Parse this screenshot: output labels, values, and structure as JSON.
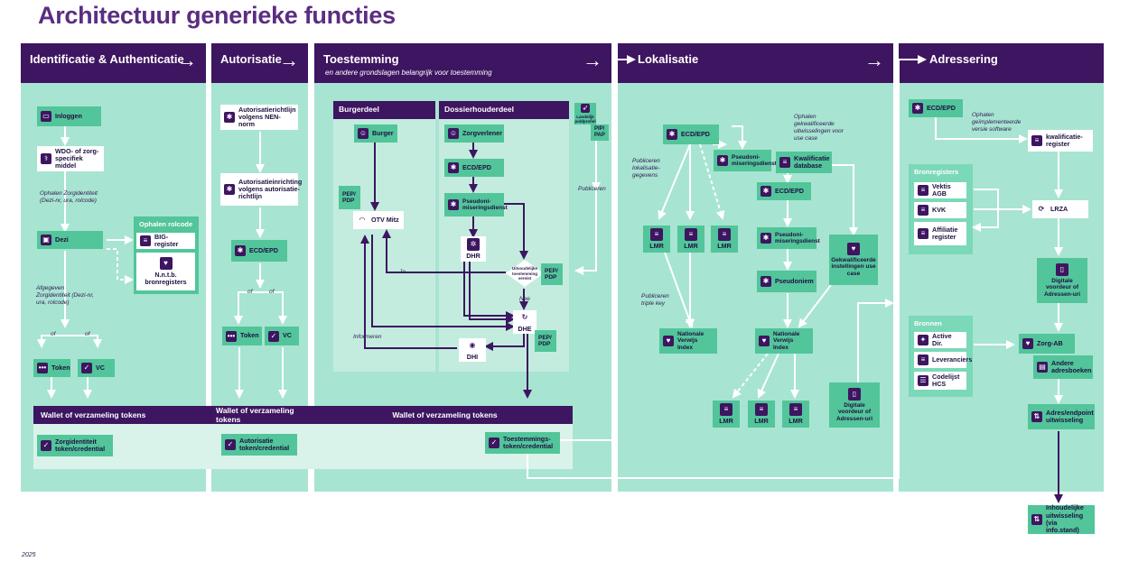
{
  "title": "Architectuur generieke functies",
  "year": "2025",
  "columns": {
    "idauth": "Identificatie & Authenticatie",
    "autorisatie": "Autorisatie",
    "toestemming": "Toestemming",
    "toestemming_sub": "en andere grondslagen belangrijk voor toestemming",
    "lokalisatie": "Lokalisatie",
    "adressering": "Adressering",
    "arrow": "→"
  },
  "idauth": {
    "inloggen": "Inloggen",
    "wdo": "WDO- of zorg-specifiek middel",
    "label_ophalen": "Ophalen Zorgidentiteit (Dezi-nr, ura, rolcode)",
    "dezi": "Dezi",
    "label_afgegeven": "Afgegeven Zorgidentiteit (Dezi-nr, ura, rolcode)",
    "ophalen_rolcode": "Ophalen rolcode",
    "big": "BIG-register",
    "ntb": "N.n.t.b. bronregisters",
    "of1": "of",
    "of2": "of",
    "token": "Token",
    "vc": "VC",
    "credential": "Zorgidentiteit token/credential"
  },
  "autorisatie": {
    "richtlijn": "Autorisatierichtlijn volgens NEN-norm",
    "inrichting": "Autorisatieinrichting volgens autorisatie-richtlijn",
    "ecd": "ECD/EPD",
    "of1": "of",
    "of2": "of",
    "token": "Token",
    "vc": "VC",
    "credential": "Autorisatie token/credential"
  },
  "toestemming": {
    "burgerdeel": "Burgerdeel",
    "dossierhouderdeel": "Dossierhouderdeel",
    "burger": "Burger",
    "pep_pdp_1": "PEP/ PDP",
    "otv": "OTV Mitz",
    "zorgverlener": "Zorgverlener",
    "ecd": "ECD/EPD",
    "pseudo": "Pseudoni-miseringsdienst",
    "dhr": "DHR",
    "uitvoering": "Uitvoudelijke toestemming vereist",
    "pep_pdp_2": "PEP/ PDP",
    "ja": "Ja",
    "nee": "Nee",
    "dhe": "DHE",
    "pep_pdp_3": "PEP/ PDP",
    "informeren": "Informeren",
    "dhi": "DHI",
    "landelijk": "Landelijk poldprofiel",
    "pip_pap": "PIP/ PAP",
    "publiceren": "Publiceren",
    "credential": "Toestemmings-token/credential"
  },
  "wallet": {
    "w1": "Wallet of verzameling tokens",
    "w2": "Wallet of verzameling tokens",
    "w3": "Wallet of verzameling tokens"
  },
  "lokalisatie": {
    "ecd_top": "ECD/EPD",
    "pseudo_top": "Pseudoni-miseringsdienst",
    "kwal_db": "Kwalificatie database",
    "label_ophalen": "Ophalen gekwalificeerde uitwisselingen voor use case",
    "label_publiceren_lok": "Publiceren lokalisatie-gegevens",
    "lmr1": "LMR",
    "lmr2": "LMR",
    "lmr3": "LMR",
    "ecd_mid": "ECD/EPD",
    "pseudo_mid": "Pseudoni-miseringsdienst",
    "pseudoniem": "Pseudoniem",
    "gekw": "Gekwalificeerde instellingen use case",
    "label_publiceren_triple": "Publiceren triple key",
    "nvi1": "Nationale Verwijs Index",
    "nvi2": "Nationale Verwijs Index",
    "lmr4": "LMR",
    "lmr5": "LMR",
    "lmr6": "LMR",
    "digitale": "Digitale voordeur of Adressen-uri"
  },
  "adressering": {
    "ecd": "ECD/EPD",
    "label_ophalen": "Ophalen geïmplementeerde versie software",
    "kwal_reg": "kwalificatie-register",
    "bronregisters": "Bronregisters",
    "vektis": "Vektis AGB",
    "kvk": "KVK",
    "affiliatie": "Affiliatie register",
    "lrza": "LRZA",
    "digitale": "Digitale voordeur of Adressen-uri",
    "bronnen": "Bronnen",
    "active": "Active Dir.",
    "leveranciers": "Leveranciers",
    "codelijst": "Codelijst HCS",
    "zorgab": "Zorg-AB",
    "andere": "Andere adresboeken",
    "adres_endpoint": "Adres/endpoint uitwisseling",
    "inhoudelijke": "Inhoudelijke uitwisseling (via info.stand)"
  },
  "colors": {
    "purple": "#3d1560",
    "mint": "#a8e4d2",
    "green": "#52c59a",
    "title": "#5a2d82"
  }
}
